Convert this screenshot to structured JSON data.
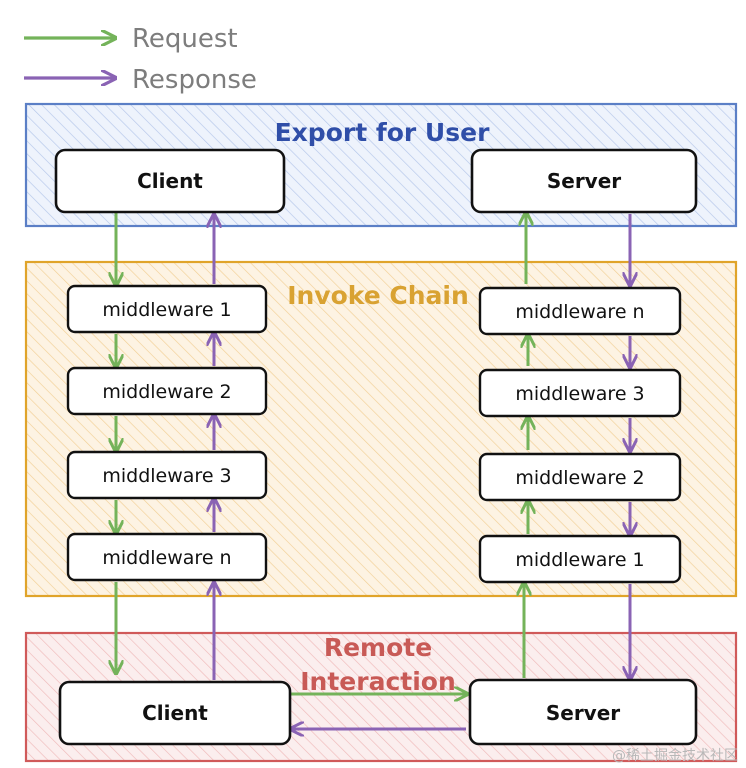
{
  "legend": {
    "request_label": "Request",
    "response_label": "Response"
  },
  "colors": {
    "request_arrow": "#74b35a",
    "response_arrow": "#8a63b4",
    "export_panel_border": "#5b7fc6",
    "export_panel_title": "#2f4ea8",
    "invoke_panel_border": "#e0a42a",
    "invoke_panel_title": "#d9a232",
    "remote_panel_border": "#d05a5a",
    "remote_panel_title": "#c85a56"
  },
  "panels": {
    "export": {
      "title": "Export for User"
    },
    "invoke": {
      "title": "Invoke Chain"
    },
    "remote": {
      "title_line1": "Remote",
      "title_line2": "Interaction"
    }
  },
  "export_boxes": {
    "client": "Client",
    "server": "Server"
  },
  "client_chain": [
    "middleware 1",
    "middleware 2",
    "middleware 3",
    "middleware n"
  ],
  "server_chain": [
    "middleware n",
    "middleware 3",
    "middleware 2",
    "middleware 1"
  ],
  "remote_boxes": {
    "client": "Client",
    "server": "Server"
  },
  "watermark": "@稀土掘金技术社区"
}
